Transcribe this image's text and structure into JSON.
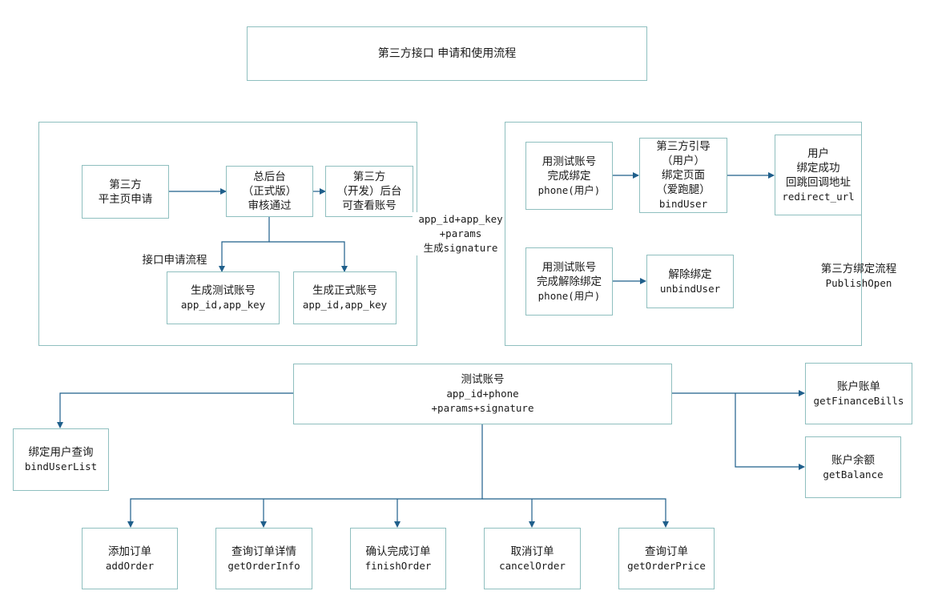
{
  "title": "第三方接口 申请和使用流程",
  "apply": {
    "homepage": "第三方\n平主页申请",
    "admin": "总后台\n（正式版）\n审核通过",
    "dev_backend": "第三方\n（开发）后台\n可查看账号",
    "flow_label": "接口申请流程",
    "test_account_cn": "生成测试账号",
    "test_account_en": "app_id,app_key",
    "prod_account_cn": "生成正式账号",
    "prod_account_en": "app_id,app_key"
  },
  "connector": {
    "line1": "app_id+app_key",
    "line2": "+params",
    "line3": "生成signature"
  },
  "bind": {
    "test_bind_cn": "用测试账号\n完成绑定",
    "test_bind_en": "phone(用户)",
    "guide_cn": "第三方引导\n（用户）\n绑定页面\n（爱跑腿）",
    "guide_en": "bindUser",
    "success_cn": "用户\n绑定成功\n回跳回调地址",
    "success_en": "redirect_url",
    "test_unbind_cn": "用测试账号\n完成解除绑定",
    "test_unbind_en": "phone(用户)",
    "unbind_cn": "解除绑定",
    "unbind_en": "unbindUser",
    "flow_cn": "第三方绑定流程",
    "flow_en": "PublishOpen"
  },
  "test_account": {
    "cn": "测试账号",
    "line2": "app_id+phone",
    "line3": "+params+signature"
  },
  "apis": {
    "bind_list_cn": "绑定用户查询",
    "bind_list_en": "bindUserList",
    "bills_cn": "账户账单",
    "bills_en": "getFinanceBills",
    "balance_cn": "账户余额",
    "balance_en": "getBalance",
    "add_cn": "添加订单",
    "add_en": "addOrder",
    "info_cn": "查询订单详情",
    "info_en": "getOrderInfo",
    "finish_cn": "确认完成订单",
    "finish_en": "finishOrder",
    "cancel_cn": "取消订单",
    "cancel_en": "cancelOrder",
    "price_cn": "查询订单",
    "price_en": "getOrderPrice"
  },
  "colors": {
    "border": "#8fbfbf",
    "edge": "#1f5f8b",
    "text": "#1a1a1a"
  }
}
